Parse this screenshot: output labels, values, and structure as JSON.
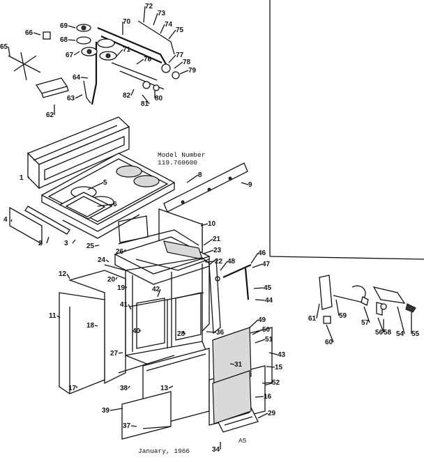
{
  "model": {
    "label": "Model Number",
    "value": "119.760600"
  },
  "footer": {
    "date": "January, 1966",
    "code": "A5"
  },
  "callouts": [
    "1",
    "2",
    "3",
    "4",
    "5",
    "6",
    "8",
    "9",
    "10",
    "11",
    "12",
    "13",
    "15",
    "16",
    "17",
    "18",
    "19",
    "20",
    "21",
    "22",
    "23",
    "24",
    "25",
    "26",
    "27",
    "28",
    "29",
    "31",
    "34",
    "36",
    "37",
    "38",
    "39",
    "40",
    "41",
    "42",
    "43",
    "44",
    "45",
    "46",
    "47",
    "48",
    "49",
    "50",
    "51",
    "52",
    "54",
    "55",
    "56",
    "57",
    "58",
    "59",
    "60",
    "61",
    "62",
    "63",
    "64",
    "65",
    "66",
    "67",
    "68",
    "69",
    "70",
    "71",
    "72",
    "73",
    "74",
    "75",
    "76",
    "77",
    "78",
    "79",
    "80",
    "81",
    "82"
  ]
}
